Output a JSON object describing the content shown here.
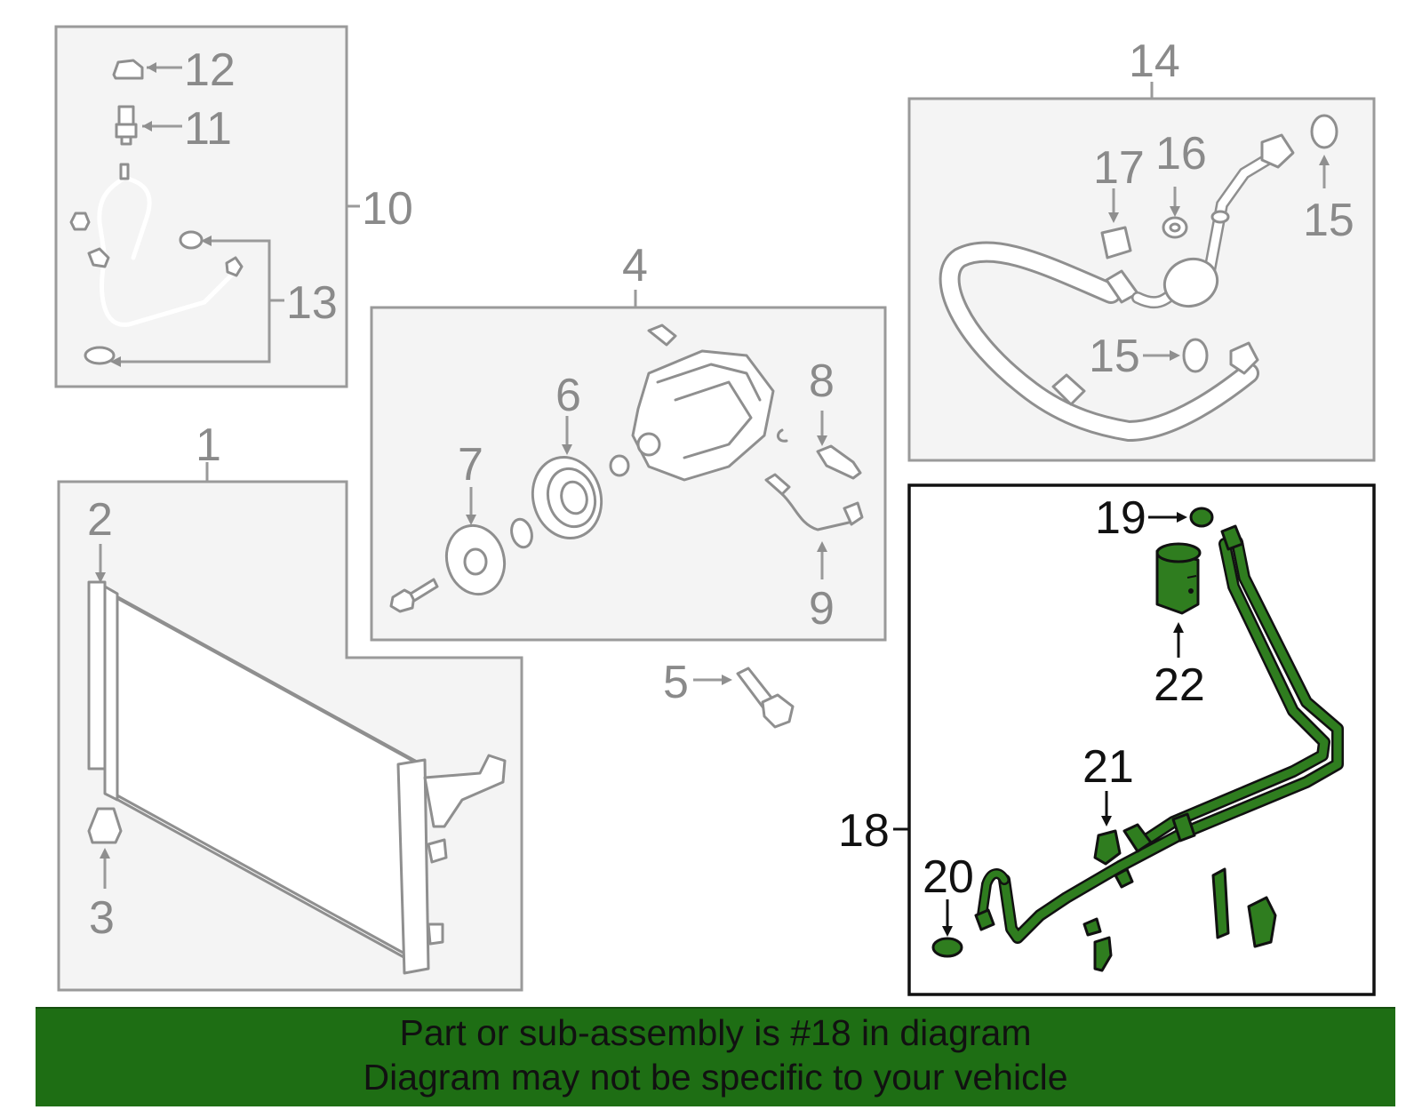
{
  "diagram": {
    "labels": {
      "p1": "1",
      "p2": "2",
      "p3": "3",
      "p4": "4",
      "p5": "5",
      "p6": "6",
      "p7": "7",
      "p8": "8",
      "p9": "9",
      "p10": "10",
      "p11": "11",
      "p12": "12",
      "p13": "13",
      "p14": "14",
      "p15a": "15",
      "p15b": "15",
      "p16": "16",
      "p17": "17",
      "p18": "18",
      "p19": "19",
      "p20": "20",
      "p21": "21",
      "p22": "22"
    },
    "highlighted_part": "18",
    "colors": {
      "highlight_green": "#2f7d1f",
      "banner_green": "#1e6e14",
      "grey": "#8f8f8f"
    }
  },
  "banner": {
    "line1": "Part or sub-assembly is #18 in diagram",
    "line2": "Diagram may not be specific to your vehicle"
  }
}
